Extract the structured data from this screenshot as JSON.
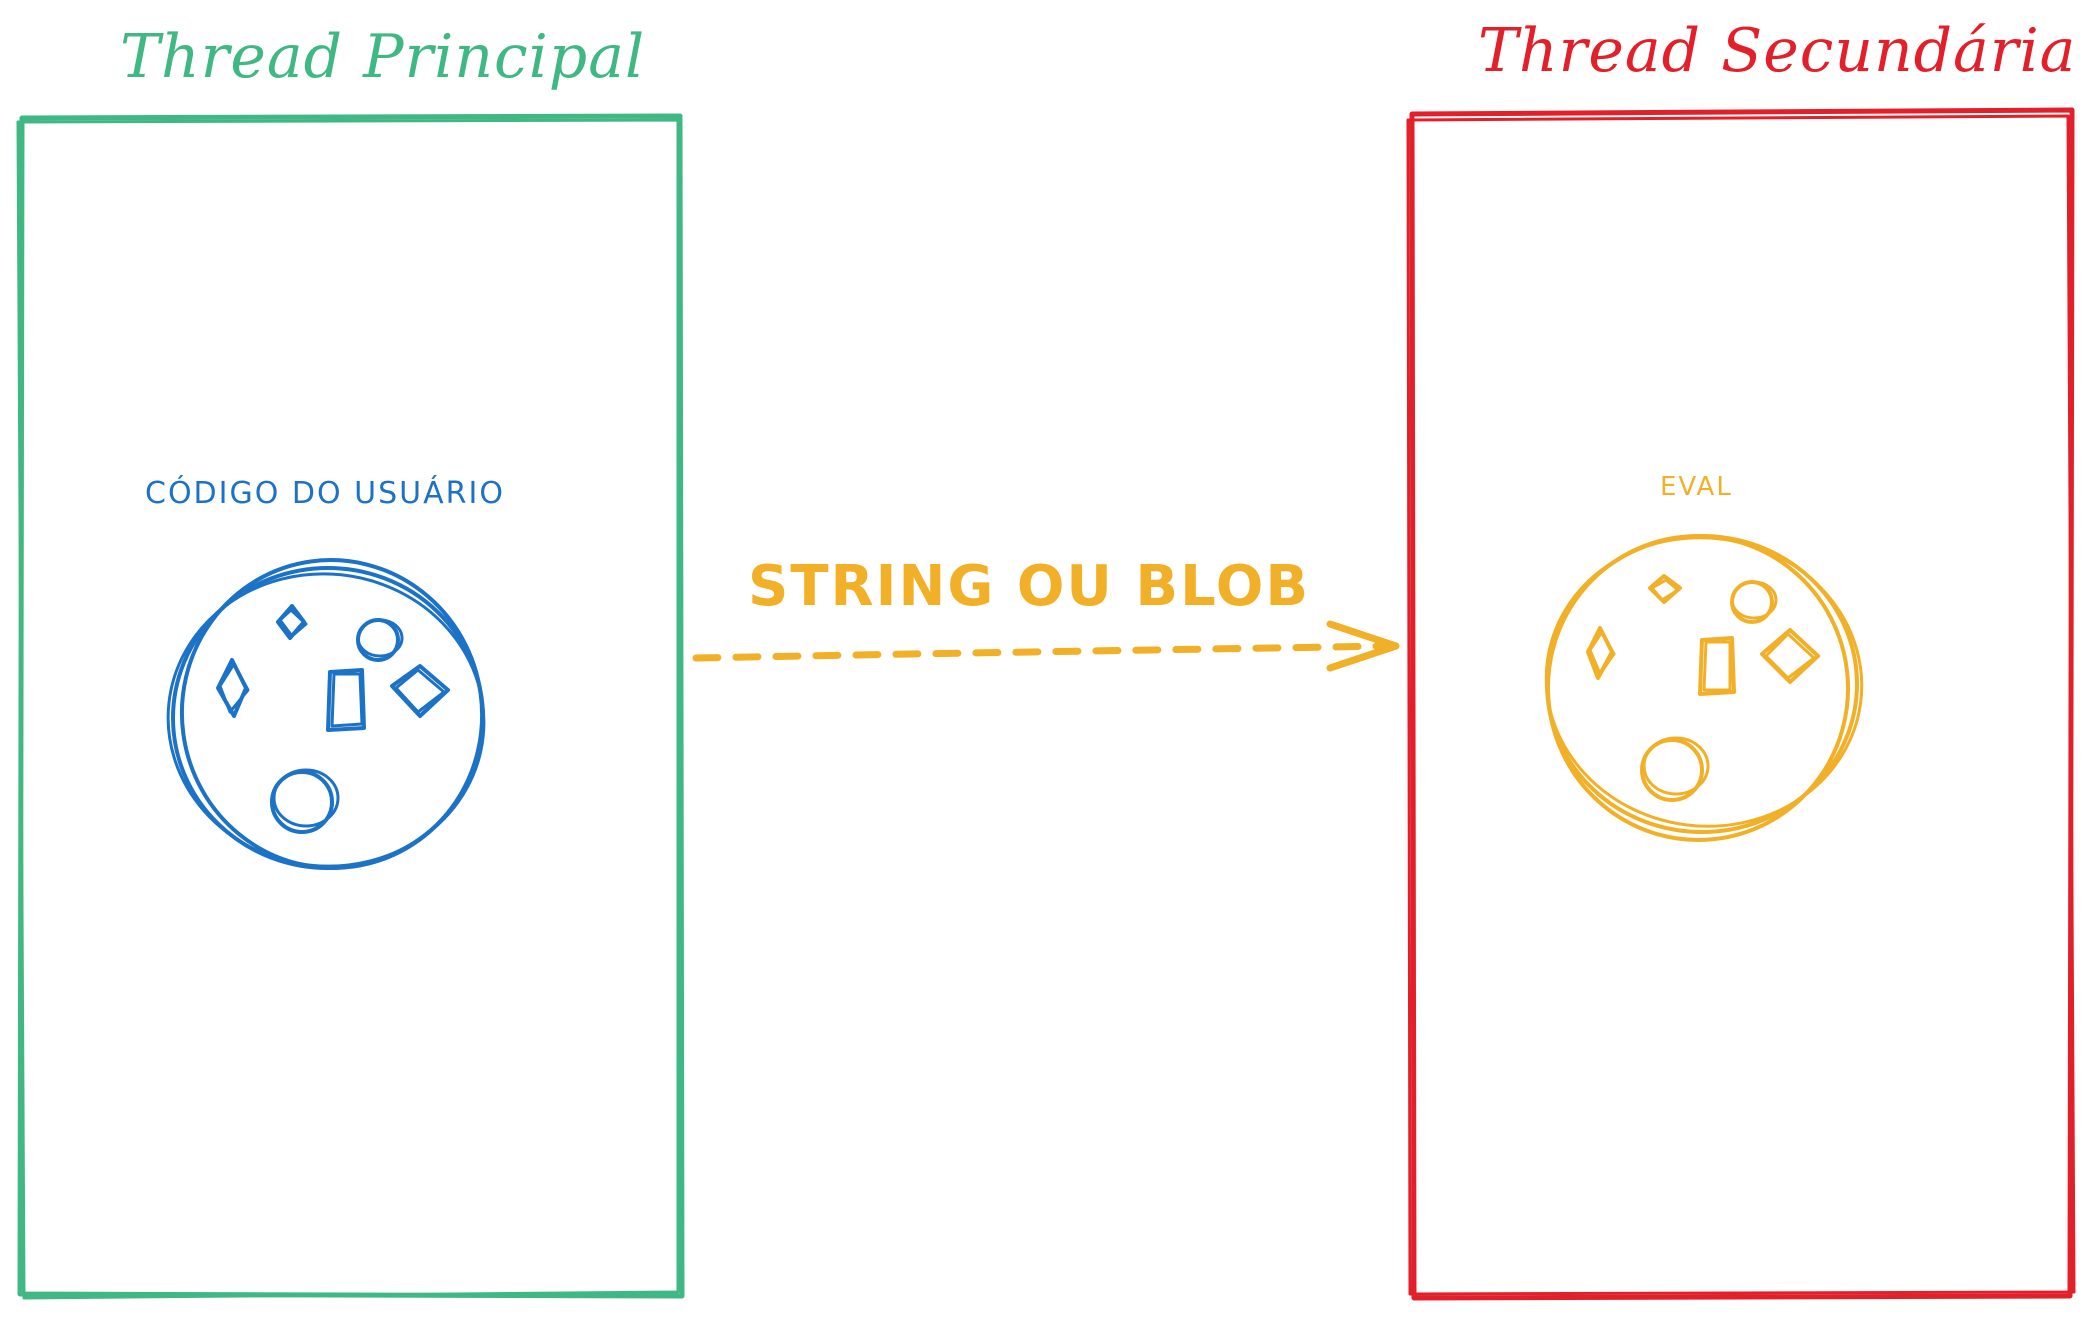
{
  "colors": {
    "main": "#40b884",
    "secondary": "#e3202a",
    "user_code": "#1c72c6",
    "eval": "#f1b027",
    "arrow": "#f1b027"
  },
  "main_thread": {
    "title": "Thread Principal",
    "caption": "CÓDIGO DO USUÁRIO"
  },
  "secondary_thread": {
    "title": "Thread Secundária",
    "caption": "EVAL"
  },
  "arrow": {
    "label": "STRING OU BLOB",
    "style": "dashed"
  }
}
